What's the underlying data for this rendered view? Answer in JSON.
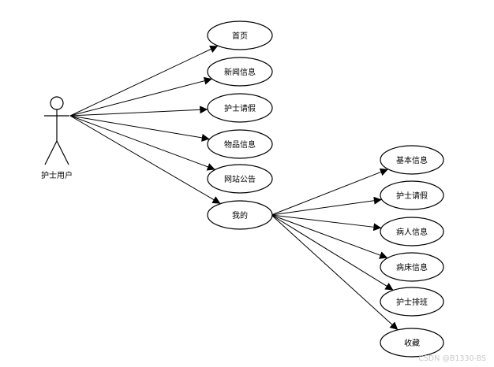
{
  "actor": {
    "name": "护士用户"
  },
  "use_cases": [
    {
      "id": "home",
      "label": "首页"
    },
    {
      "id": "news",
      "label": "新闻信息"
    },
    {
      "id": "leave",
      "label": "护士请假"
    },
    {
      "id": "goods",
      "label": "物品信息"
    },
    {
      "id": "notice",
      "label": "网站公告"
    },
    {
      "id": "mine",
      "label": "我的"
    }
  ],
  "sub_use_cases": [
    {
      "id": "basic",
      "label": "基本信息"
    },
    {
      "id": "leave2",
      "label": "护士请假"
    },
    {
      "id": "patient",
      "label": "病人信息"
    },
    {
      "id": "bed",
      "label": "病床信息"
    },
    {
      "id": "shift",
      "label": "护士排班"
    },
    {
      "id": "fav",
      "label": "收藏"
    }
  ],
  "watermark": "CSDN @B1330-BS"
}
